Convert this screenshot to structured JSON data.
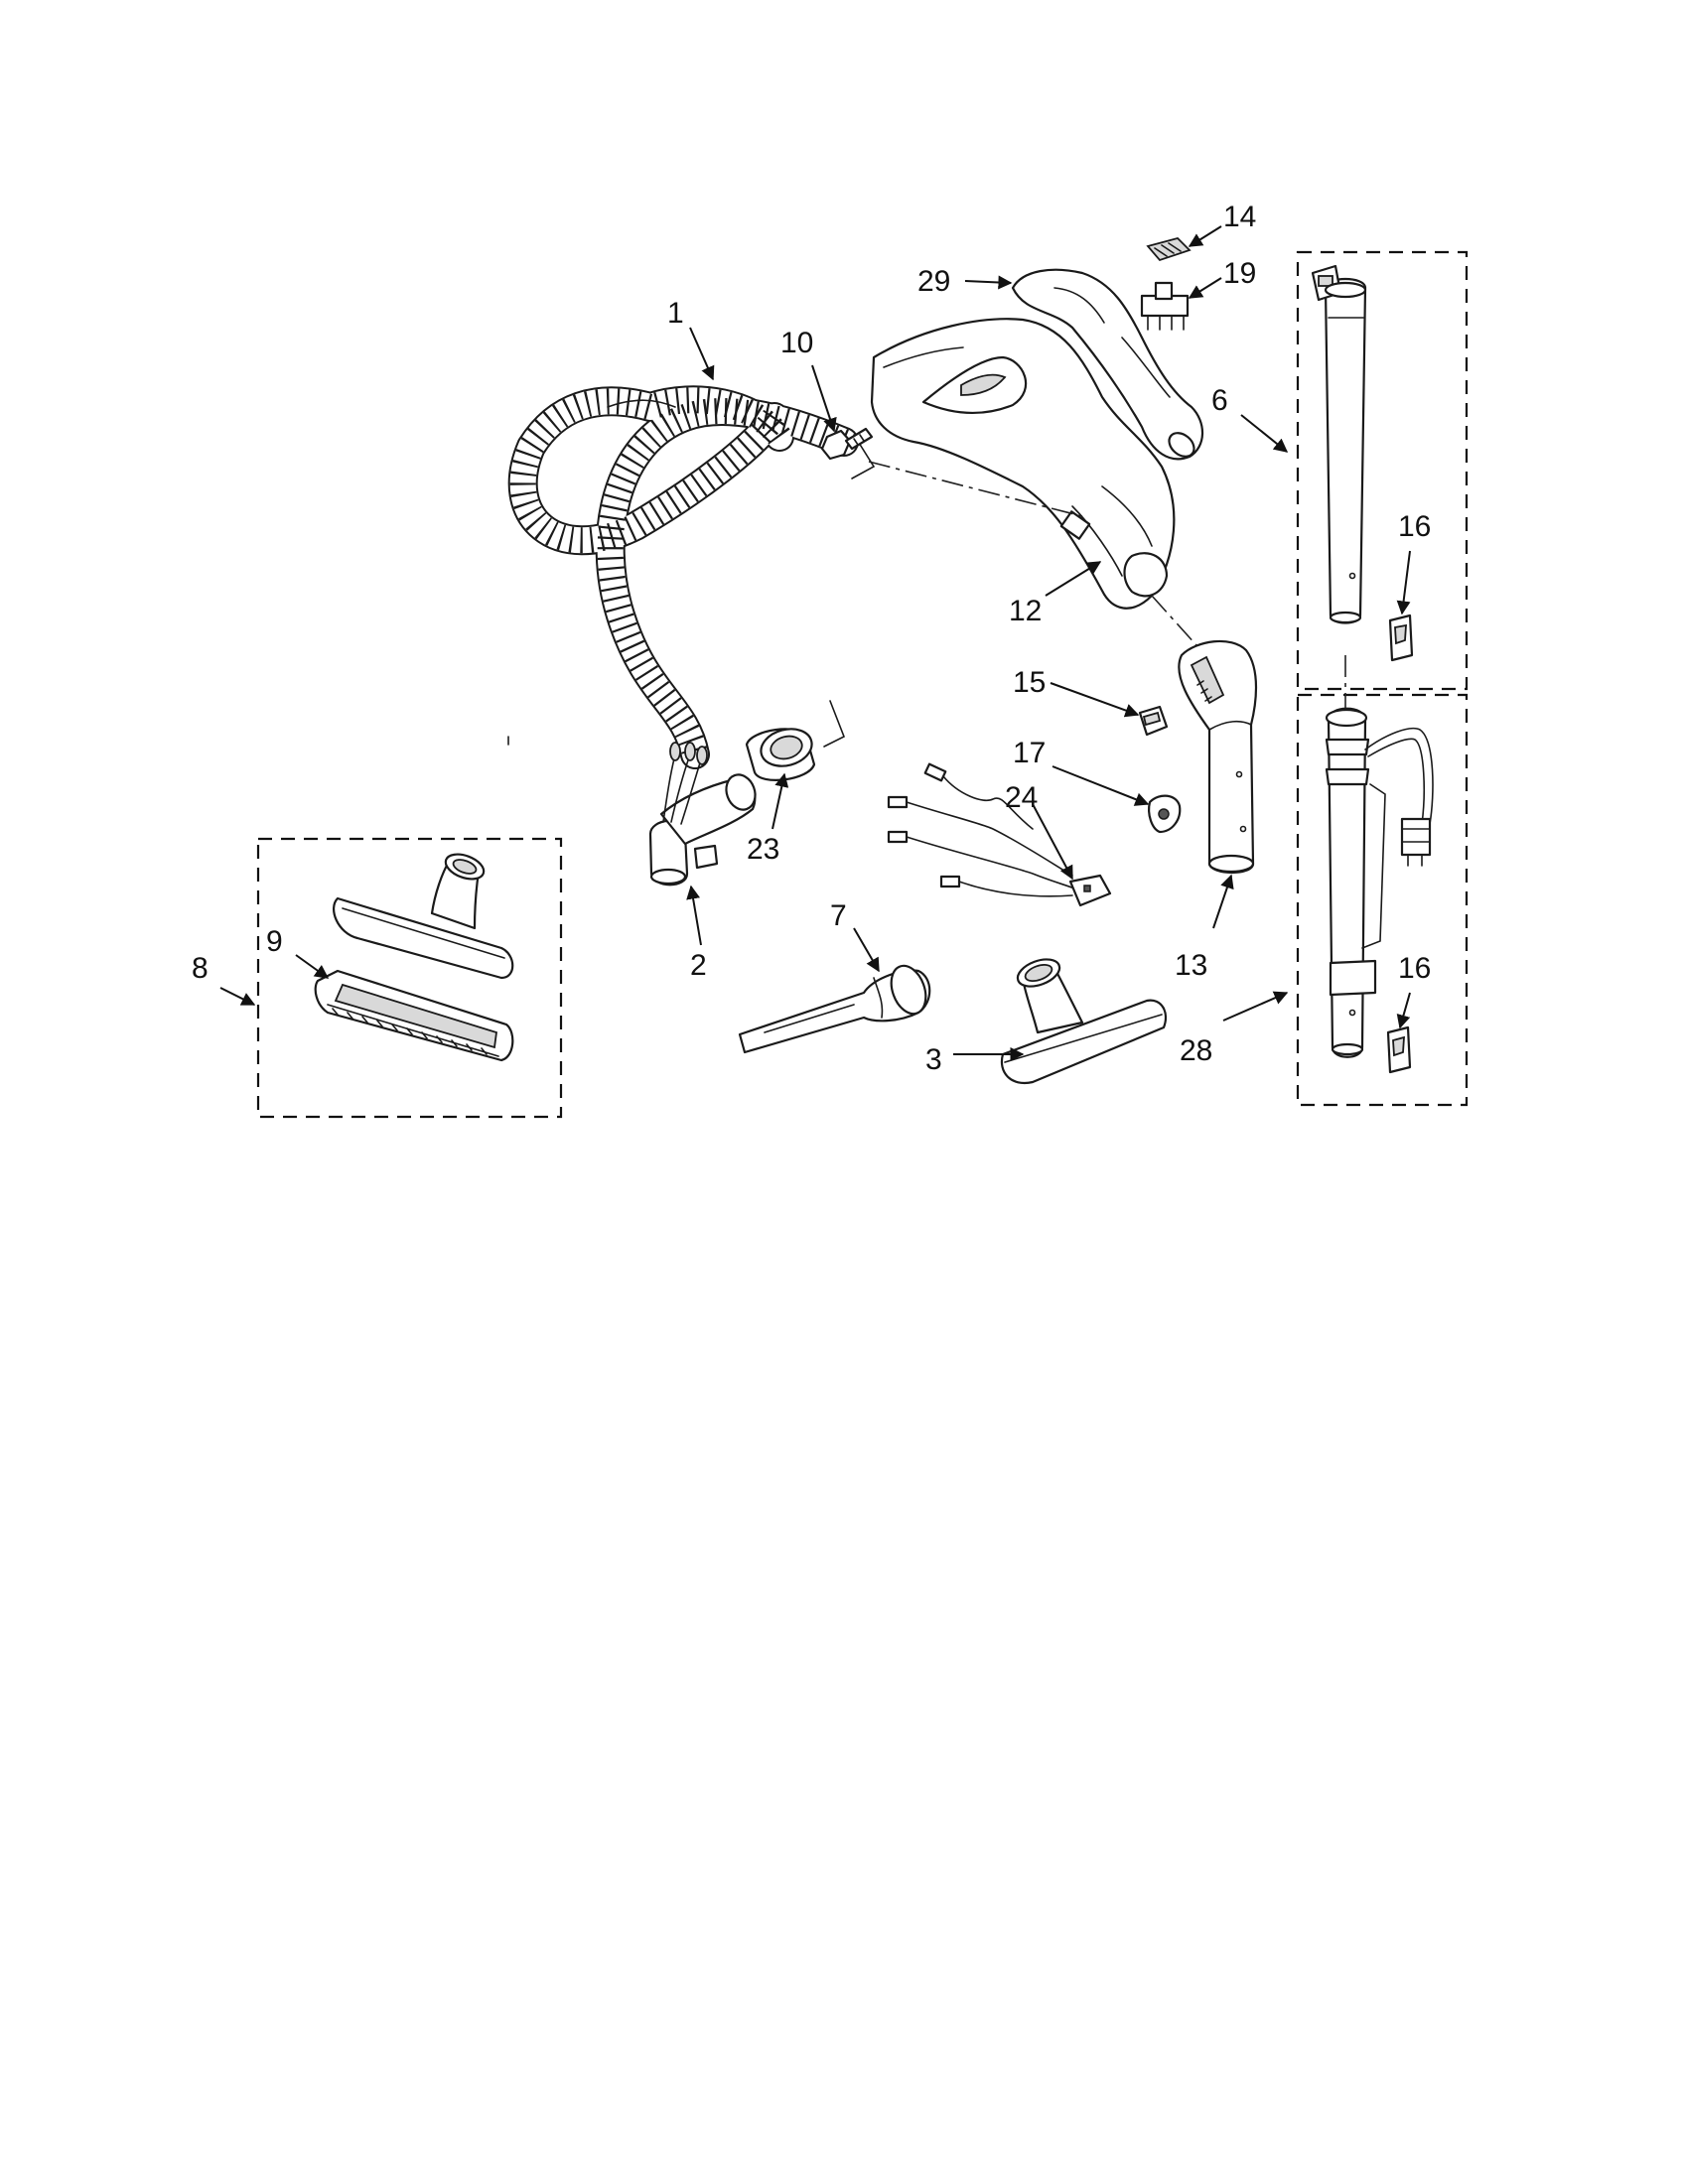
{
  "callouts": {
    "c1": "1",
    "c2": "2",
    "c3": "3",
    "c6": "6",
    "c7": "7",
    "c8": "8",
    "c9": "9",
    "c10": "10",
    "c12": "12",
    "c13": "13",
    "c14": "14",
    "c15": "15",
    "c16a": "16",
    "c16b": "16",
    "c17": "17",
    "c19": "19",
    "c23": "23",
    "c24": "24",
    "c28": "28",
    "c29": "29"
  }
}
